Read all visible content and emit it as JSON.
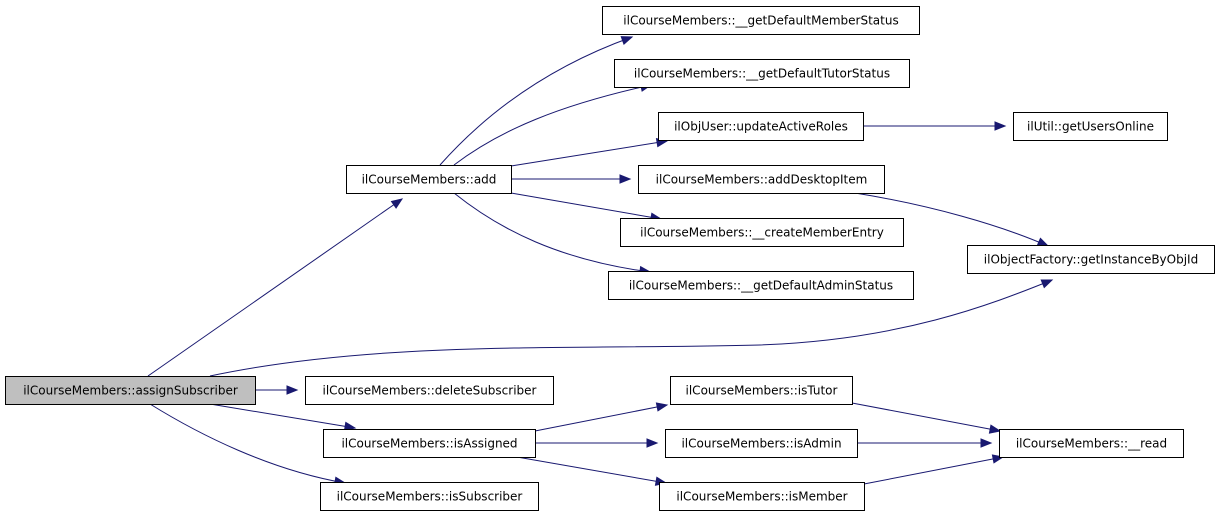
{
  "colors": {
    "edge": "#191970",
    "node_fill": "#ffffff",
    "root_fill": "#bfbfbf",
    "node_border": "#000000"
  },
  "nodes": {
    "assignSubscriber": "ilCourseMembers::assignSubscriber",
    "add": "ilCourseMembers::add",
    "getDefaultMemberStatus": "ilCourseMembers::__getDefaultMemberStatus",
    "getDefaultTutorStatus": "ilCourseMembers::__getDefaultTutorStatus",
    "updateActiveRoles": "ilObjUser::updateActiveRoles",
    "getUsersOnline": "ilUtil::getUsersOnline",
    "addDesktopItem": "ilCourseMembers::addDesktopItem",
    "createMemberEntry": "ilCourseMembers::__createMemberEntry",
    "getInstanceByObjId": "ilObjectFactory::getInstanceByObjId",
    "getDefaultAdminStatus": "ilCourseMembers::__getDefaultAdminStatus",
    "deleteSubscriber": "ilCourseMembers::deleteSubscriber",
    "isAssigned": "ilCourseMembers::isAssigned",
    "isTutor": "ilCourseMembers::isTutor",
    "isAdmin": "ilCourseMembers::isAdmin",
    "read": "ilCourseMembers::__read",
    "isMember": "ilCourseMembers::isMember",
    "isSubscriber": "ilCourseMembers::isSubscriber"
  },
  "root": "assignSubscriber",
  "edges": [
    [
      "assignSubscriber",
      "add"
    ],
    [
      "assignSubscriber",
      "getInstanceByObjId"
    ],
    [
      "assignSubscriber",
      "deleteSubscriber"
    ],
    [
      "assignSubscriber",
      "isAssigned"
    ],
    [
      "assignSubscriber",
      "isSubscriber"
    ],
    [
      "add",
      "getDefaultMemberStatus"
    ],
    [
      "add",
      "getDefaultTutorStatus"
    ],
    [
      "add",
      "updateActiveRoles"
    ],
    [
      "add",
      "addDesktopItem"
    ],
    [
      "add",
      "createMemberEntry"
    ],
    [
      "add",
      "getDefaultAdminStatus"
    ],
    [
      "updateActiveRoles",
      "getUsersOnline"
    ],
    [
      "addDesktopItem",
      "getInstanceByObjId"
    ],
    [
      "isAssigned",
      "isTutor"
    ],
    [
      "isAssigned",
      "isAdmin"
    ],
    [
      "isAssigned",
      "isMember"
    ],
    [
      "isTutor",
      "read"
    ],
    [
      "isAdmin",
      "read"
    ],
    [
      "isMember",
      "read"
    ]
  ]
}
